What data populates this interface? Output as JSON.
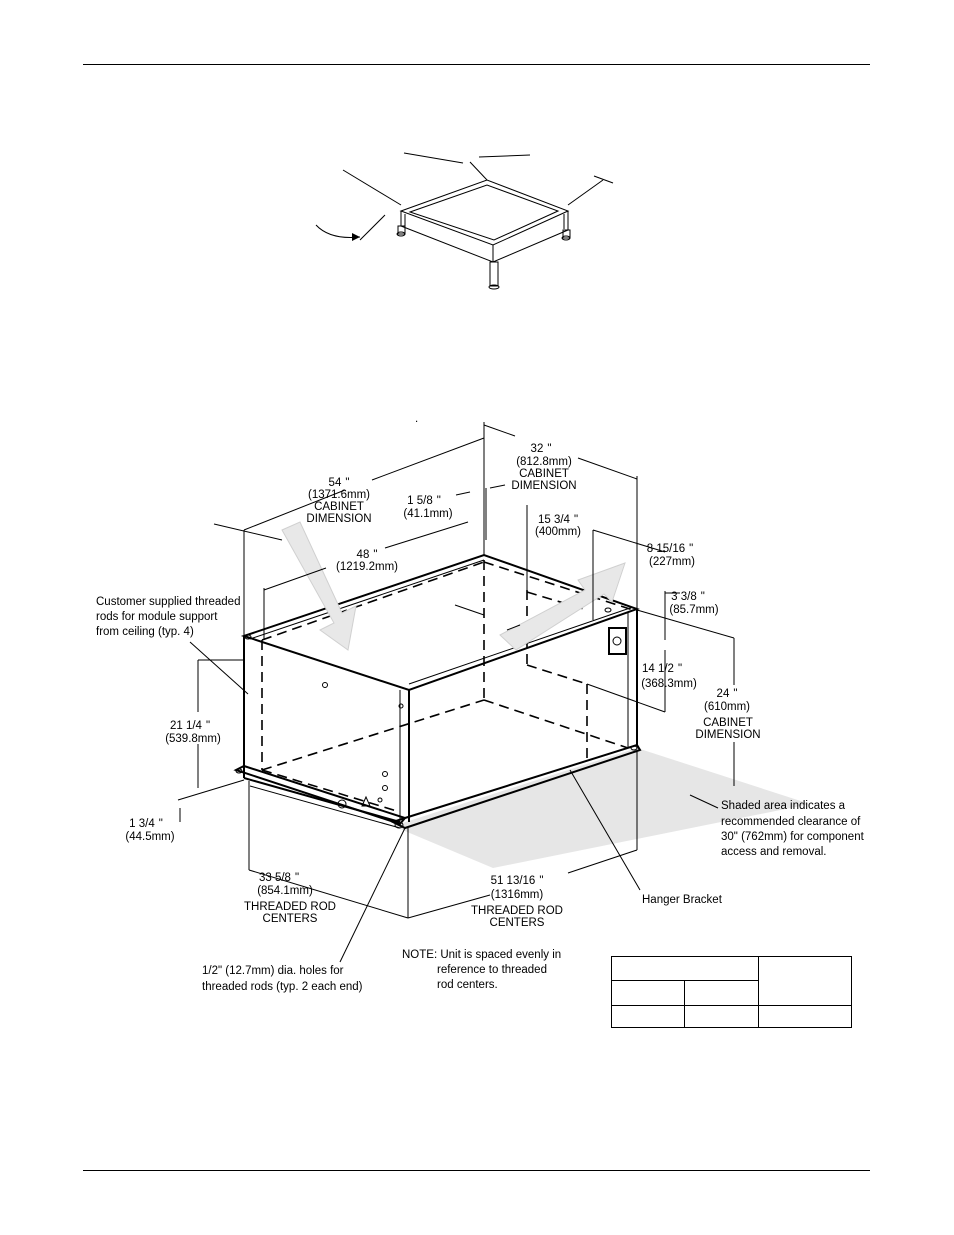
{
  "diagram": {
    "labels": {
      "cabinet_length": [
        "54",
        "(1371.6mm)",
        "CABINET",
        "DIMENSION"
      ],
      "cabinet_depth": [
        "32",
        "(812.8mm)",
        "CABINET",
        "DIMENSION"
      ],
      "offset_1_5_8": [
        "1 5/8",
        "(41.1mm)"
      ],
      "rod_48": [
        "48",
        "(1219.2mm)"
      ],
      "depth_15_3_4": [
        "15 3/4",
        "(400mm)"
      ],
      "depth_8_15_16": [
        "8 15/16",
        "(227mm)"
      ],
      "height_3_3_8": [
        "3 3/8",
        "(85.7mm)"
      ],
      "height_14_1_2": [
        "14 1/2",
        "(368.3mm)"
      ],
      "cabinet_height": [
        "24",
        "(610mm)",
        "CABINET",
        "DIMENSION"
      ],
      "height_21_1_4": [
        "21 1/4",
        "(539.8mm)"
      ],
      "height_1_3_4": [
        "1 3/4",
        "(44.5mm)"
      ],
      "rod_centers_33": [
        "33 5/8",
        "(854.1mm)",
        "THREADED ROD",
        "CENTERS"
      ],
      "rod_centers_51": [
        "51 13/16",
        "(1316mm)",
        "THREADED ROD",
        "CENTERS"
      ],
      "customer_rods": [
        "Customer supplied threaded",
        "rods for module support",
        "from ceiling (typ. 4)"
      ],
      "shaded_area": [
        "Shaded area indicates a",
        "recommended clearance of",
        "30\" (762mm) for component",
        "access and removal."
      ],
      "hanger_bracket": "Hanger Bracket",
      "holes": [
        "1/2\" (12.7mm) dia. holes for",
        "threaded rods (typ. 2 each end)"
      ],
      "note": [
        "NOTE: Unit is spaced evenly in",
        "reference to threaded",
        "rod centers."
      ]
    }
  },
  "table": {
    "rows": [
      [
        "",
        ""
      ],
      [
        "",
        "",
        ""
      ],
      [
        "",
        "",
        ""
      ]
    ]
  }
}
